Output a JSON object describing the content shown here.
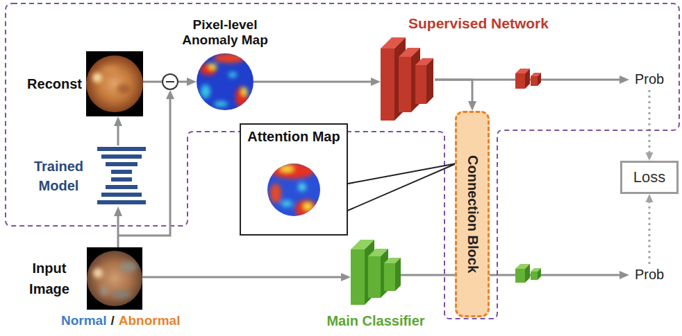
{
  "diagram": {
    "nodes": [
      {
        "text": [
          "Reconst"
        ]
      },
      {
        "text": [
          "Pixel-level Anomaly Map"
        ]
      },
      {
        "text": [
          "Supervised Network"
        ]
      },
      {
        "text": [
          "Prob"
        ]
      },
      {
        "text": [
          "Trained Model"
        ]
      },
      {
        "text": [
          "Attention Map"
        ]
      },
      {
        "text": [
          "Connection Block"
        ]
      },
      {
        "text": [
          "Loss"
        ]
      },
      {
        "text": [
          "Input Image"
        ]
      },
      {
        "text": [
          "Main Classifier"
        ]
      },
      {
        "text": [
          "Prob"
        ]
      }
    ],
    "edges": [
      {
        "from": 8,
        "to": 4,
        "arrow": "to"
      },
      {
        "from": 4,
        "to": 0,
        "arrow": "to"
      },
      {
        "from": 0,
        "to": 1,
        "arrow": "to"
      },
      {
        "from": 1,
        "to": 2,
        "arrow": "to"
      },
      {
        "from": 2,
        "to": 3,
        "arrow": "to"
      },
      {
        "from": 2,
        "to": 6,
        "arrow": "to"
      },
      {
        "from": 8,
        "to": 9,
        "arrow": "to"
      },
      {
        "from": 9,
        "to": 6,
        "arrow": "none"
      },
      {
        "from": 6,
        "to": 10,
        "arrow": "to"
      },
      {
        "from": 3,
        "to": 7,
        "arrow": "to"
      },
      {
        "from": 10,
        "to": 7,
        "arrow": "to"
      }
    ],
    "labels": [
      "Normal",
      "/",
      "Abnormal"
    ]
  }
}
